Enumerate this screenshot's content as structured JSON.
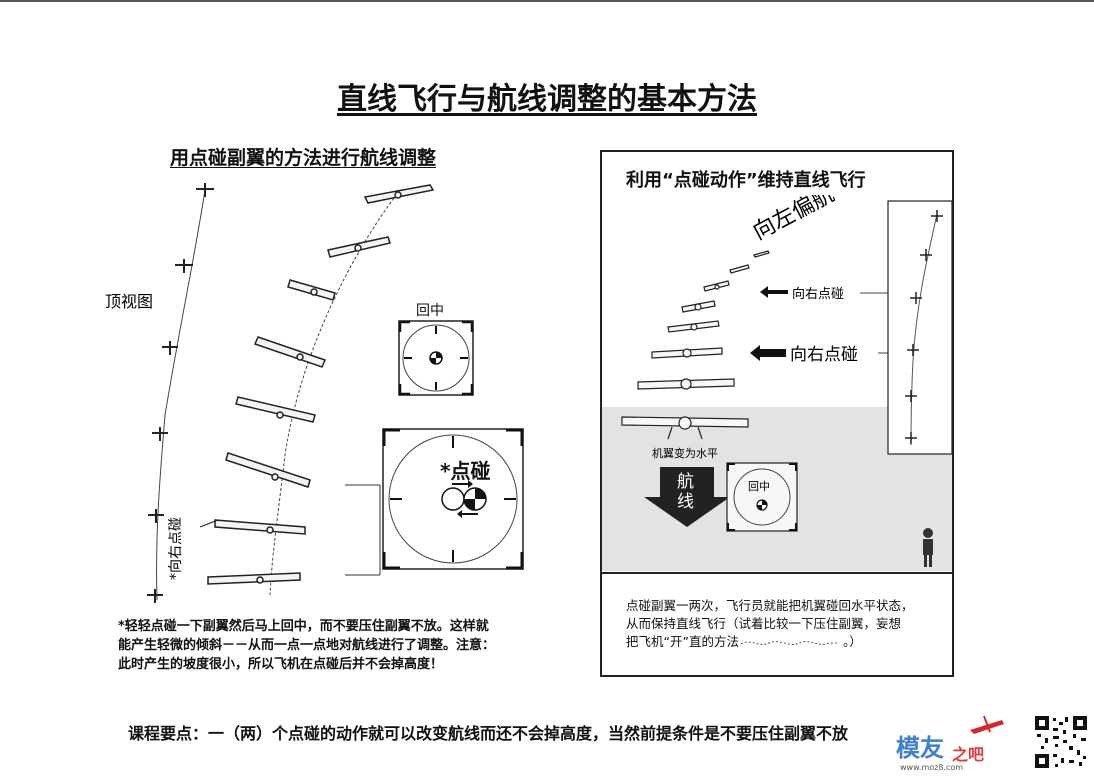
{
  "page": {
    "title": "直线飞行与航线调整的基本方法",
    "left": {
      "subtitle": "用点碰副翼的方法进行航线调整",
      "top_view_label": "顶视图",
      "center_label": "回中",
      "tap_label": "*点碰",
      "right_tap_vertical": "*向右点碰",
      "note_lines": [
        "*轻轻点碰一下副翼然后马上回中，而不要压住副翼不放。这样就",
        "能产生轻微的倾斜－－从而一点一点地对航线进行了调整。注意：",
        "此时产生的坡度很小，所以飞机在点碰后并不会掉高度！"
      ]
    },
    "right": {
      "subtitle": "利用“点碰动作”维持直线飞行",
      "drift_label": "向左偏航",
      "tap_right_label_1": "向右点碰",
      "tap_right_label_2": "向右点碰",
      "wings_level_label": "机翼变为水平",
      "course_label": "航线",
      "center_label": "回中",
      "note_lines": [
        "点碰副翼一两次，飞行员就能把机翼碰回水平状态，",
        "从而保持直线飞行（试着比较一下压住副翼，妄想",
        "把飞机“开”直的方法"
      ],
      "note_tail": "。）"
    },
    "footer": "课程要点：一（两）个点碰的动作就可以改变航线而还不会掉高度，当然前提条件是不要压住副翼不放",
    "logo_text": "模友之吧",
    "logo_url": "www.moz8.com"
  }
}
